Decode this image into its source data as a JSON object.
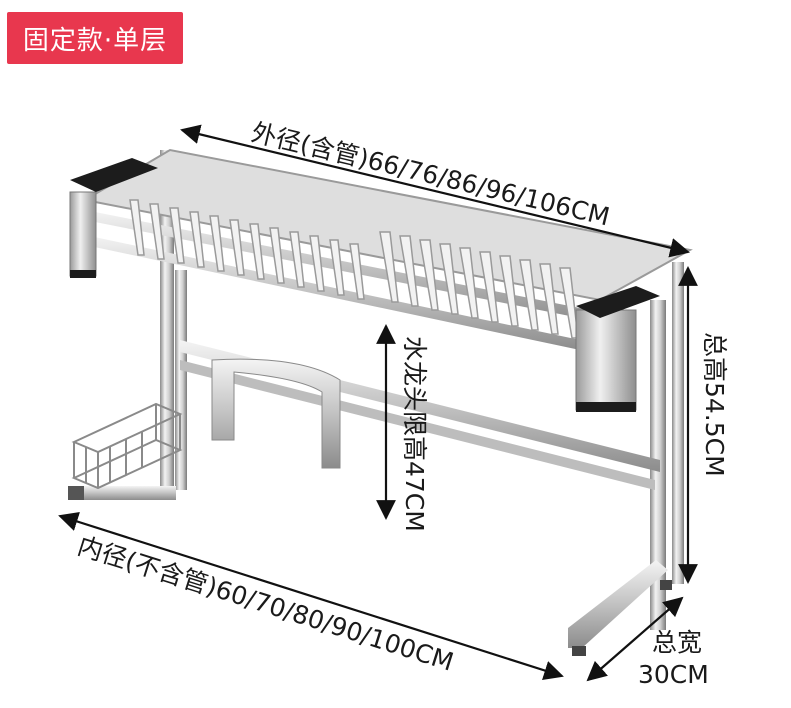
{
  "badge": {
    "text": "固定款·单层",
    "color": "#e8374e"
  },
  "labels": {
    "outer_width": "外径(含管)66/76/86/96/106CM",
    "inner_width": "内径(不含管)60/70/80/90/100CM",
    "faucet_limit": "水龙头限高47CM",
    "total_height": "总高54.5CM",
    "total_depth_title": "总宽",
    "total_depth_value": "30CM"
  },
  "colors": {
    "steel_light": "#e8e8e8",
    "steel_mid": "#b9b9b9",
    "steel_dark": "#7d7d7d",
    "holder_black": "#1c1c1c",
    "dimension_line": "#111111"
  }
}
